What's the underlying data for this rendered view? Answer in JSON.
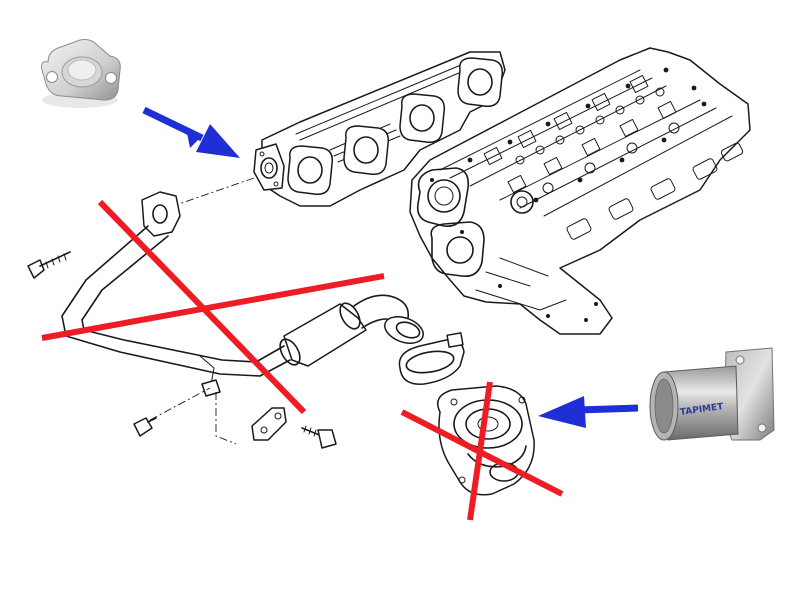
{
  "diagram": {
    "components": [
      {
        "id": "blanking-plate",
        "kind": "photo"
      },
      {
        "id": "exhaust-manifold",
        "kind": "line-drawing"
      },
      {
        "id": "cylinder-head",
        "kind": "line-drawing"
      },
      {
        "id": "egr-pipe",
        "kind": "line-drawing",
        "crossed_out": true
      },
      {
        "id": "egr-valve",
        "kind": "line-drawing",
        "crossed_out": true
      },
      {
        "id": "replacement-pipe",
        "kind": "photo",
        "marking_text": "TAPIMET"
      }
    ],
    "arrows": [
      {
        "from": "blanking-plate",
        "to": "exhaust-manifold",
        "color": "#1f2fd6"
      },
      {
        "from": "replacement-pipe",
        "to": "egr-valve",
        "color": "#1f2fd6"
      }
    ],
    "cross_color": "#ee1c25",
    "arrow_color": "#1f2fd6"
  }
}
